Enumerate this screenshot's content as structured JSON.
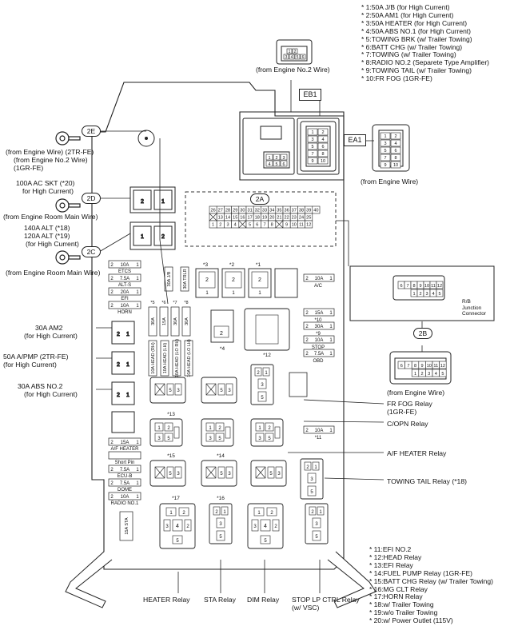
{
  "legend_top": [
    "* 1:50A J/B (for High Current)",
    "* 2:50A AM1 (for High Current)",
    "* 3:50A HEATER (for High Current)",
    "* 4:50A ABS NO.1 (for High Current)",
    "* 5:TOWING BRK (w/ Trailer Towing)",
    "* 6:BATT CHG (w/ Trailer Towing)",
    "* 7:TOWING (w/ Trailer Towing)",
    "* 8:RADIO NO.2 (Separete Type Amplifier)",
    "* 9:TOWING TAIL (w/ Trailer Towing)",
    "* 10:FR FOG (1GR-FE)"
  ],
  "legend_bottom": [
    "* 11:EFI NO.2",
    "* 12:HEAD Relay",
    "* 13:EFI Relay",
    "* 14:FUEL PUMP Relay (1GR-FE)",
    "* 15:BATT CHG Relay (w/ Trailer Towing)",
    "* 16:MG CLT Relay",
    "* 17:HORN Relay",
    "* 18:w/ Trailer Towing",
    "* 19:w/o Trailer Towing",
    "* 20:w/ Power Outlet (115V)"
  ],
  "tags": {
    "eb1": "EB1",
    "ea1": "EA1",
    "2e": "2E",
    "2d": "2D",
    "2c": "2C",
    "2a": "2A",
    "2b": "2B"
  },
  "labels": {
    "engine_no2_wire": "(from Engine No.2 Wire)",
    "engine_wire_right": "(from Engine Wire)",
    "engine_wire_2b": "(from Engine Wire)",
    "rb_junction": "R/B\nJunction\nConnector",
    "left_2e_a": "(from Engine Wire) (2TR-FE)",
    "left_2e_b": "(from Engine No.2 Wire)",
    "left_2e_c": "(1GR-FE)",
    "ac_skt_a": "100A AC SKT (*20)",
    "ac_skt_b": "for High Current)",
    "room_main_1": "(from Engine Room Main Wire)",
    "alt_a": "140A ALT (*18)",
    "alt_b": "120A ALT (*19)",
    "alt_c": "(for High Current)",
    "room_main_2": "(from Engine Room Main Wire)",
    "am2_a": "30A AM2",
    "am2_b": "(for High Current)",
    "apmp_a": "50A A/PMP (2TR-FE)",
    "apmp_b": "(for High Current)",
    "abs2_a": "30A ABS NO.2",
    "abs2_b": "(for High Current)",
    "fr_fog_a": "FR FOG Relay",
    "fr_fog_b": "(1GR-FE)",
    "copn": "C/OPN Relay",
    "af_heater": "A/F HEATER Relay",
    "towing_tail": "TOWING TAIL Relay (*18)",
    "heater_relay": "HEATER Relay",
    "sta_relay": "STA Relay",
    "dim_relay": "DIM Relay",
    "stop_lp_a": "STOP LP CTRL Relay",
    "stop_lp_b": "(w/ VSC)"
  },
  "fuses_left": [
    {
      "amp": "10A",
      "name": "ETCS"
    },
    {
      "amp": "7.5A",
      "name": "ALT-S"
    },
    {
      "amp": "20A",
      "name": "EFI"
    },
    {
      "amp": "10A",
      "name": "HORN"
    }
  ],
  "fuses_left_lower": [
    {
      "amp": "15A",
      "name": "A/F HEATER"
    },
    {
      "amp": "",
      "name": "Short Pin"
    },
    {
      "amp": "7.5A",
      "name": "ECU-B"
    },
    {
      "amp": "7.5A",
      "name": "DOME"
    },
    {
      "amp": "10A",
      "name": "RADIO NO.1"
    }
  ],
  "fuses_right": [
    {
      "amp": "10A",
      "name": "A/C"
    },
    {
      "amp": "15A",
      "name": "*10"
    },
    {
      "amp": "30A",
      "name": "*9"
    },
    {
      "amp": "10A",
      "name": "STOP"
    },
    {
      "amp": "7.5A",
      "name": "OBD"
    },
    {
      "amp": "10A",
      "name": "*11"
    }
  ],
  "vertical_fuses_top": [
    "30A J/B",
    "30A TRLR"
  ],
  "vertical_fuses_mid": [
    "30A",
    "15A",
    "30A",
    "30A"
  ],
  "vertical_fuses_mid_names": [
    "*5",
    "*6",
    "*7",
    "*8"
  ],
  "vertical_fuses_low": [
    "10A HEAD (RH)",
    "10A HEAD (LH)",
    "10A HEAD (LO RH)",
    "10A HEAD (LO LH)"
  ],
  "sta_fuse": "15A STA",
  "markers": {
    "m3": "*3",
    "m2": "*2",
    "m1": "*1",
    "m4": "*4",
    "m12": "*12",
    "m13": "*13",
    "m15": "*15",
    "m14": "*14",
    "m17": "*17",
    "m16": "*16"
  },
  "connector_2a_rows": [
    [
      "26",
      "27",
      "28",
      "29",
      "30",
      "31",
      "32",
      "33",
      "34",
      "35",
      "36",
      "37",
      "38",
      "39",
      "40"
    ],
    [
      "X",
      "13",
      "14",
      "15",
      "16",
      "17",
      "18",
      "19",
      "20",
      "21",
      "22",
      "23",
      "24",
      "25"
    ],
    [
      "1",
      "2",
      "3",
      "4",
      "X",
      "5",
      "6",
      "7",
      "8",
      "X",
      "9",
      "10",
      "11",
      "12"
    ]
  ],
  "connector_2b_rows": [
    [
      "6",
      "7",
      "8",
      "9",
      "10",
      "11",
      "12"
    ],
    [
      "1",
      "2",
      "3",
      "4",
      "5"
    ]
  ],
  "connector_rb_rows": [
    [
      "6",
      "7",
      "8",
      "9",
      "10",
      "11",
      "12"
    ],
    [
      "1",
      "2",
      "3",
      "4",
      "5"
    ]
  ],
  "eb1_pins": [
    "1",
    "2",
    "3",
    "4",
    "5",
    "6"
  ],
  "ea1_pins": [
    "1",
    "2",
    "3",
    "4",
    "5",
    "6",
    "7",
    "8",
    "9",
    "10"
  ],
  "pin_numbers": {
    "two": "2",
    "one": "1"
  }
}
